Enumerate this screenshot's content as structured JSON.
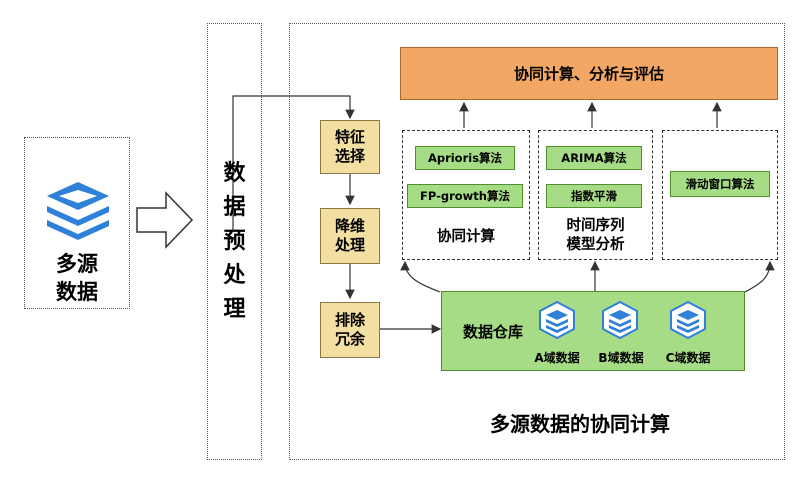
{
  "source": {
    "label_line1": "多源",
    "label_line2": "数据",
    "icon": "layered-stack-icon"
  },
  "preprocess": {
    "chars": [
      "数",
      "据",
      "预",
      "处",
      "理"
    ]
  },
  "steps": [
    {
      "line1": "特征",
      "line2": "选择"
    },
    {
      "line1": "降维",
      "line2": "处理"
    },
    {
      "line1": "排除",
      "line2": "冗余"
    }
  ],
  "top_box": {
    "label": "协同计算、分析与评估"
  },
  "groups": [
    {
      "algorithms": [
        "Aprioris算法",
        "FP-growth算法"
      ],
      "caption": "协同计算"
    },
    {
      "algorithms": [
        "ARIMA算法",
        "指数平滑"
      ],
      "caption_line1": "时间序列",
      "caption_line2": "模型分析"
    },
    {
      "algorithms": [
        "滑动窗口算法"
      ],
      "caption": ""
    }
  ],
  "warehouse": {
    "label": "数据仓库",
    "domains": [
      "A域数据",
      "B域数据",
      "C域数据"
    ]
  },
  "bottom_title": "多源数据的协同计算",
  "colors": {
    "orange": "#f2a765",
    "green": "#a6dc86",
    "tan": "#f3dfa2",
    "blue": "#2f80d9"
  }
}
